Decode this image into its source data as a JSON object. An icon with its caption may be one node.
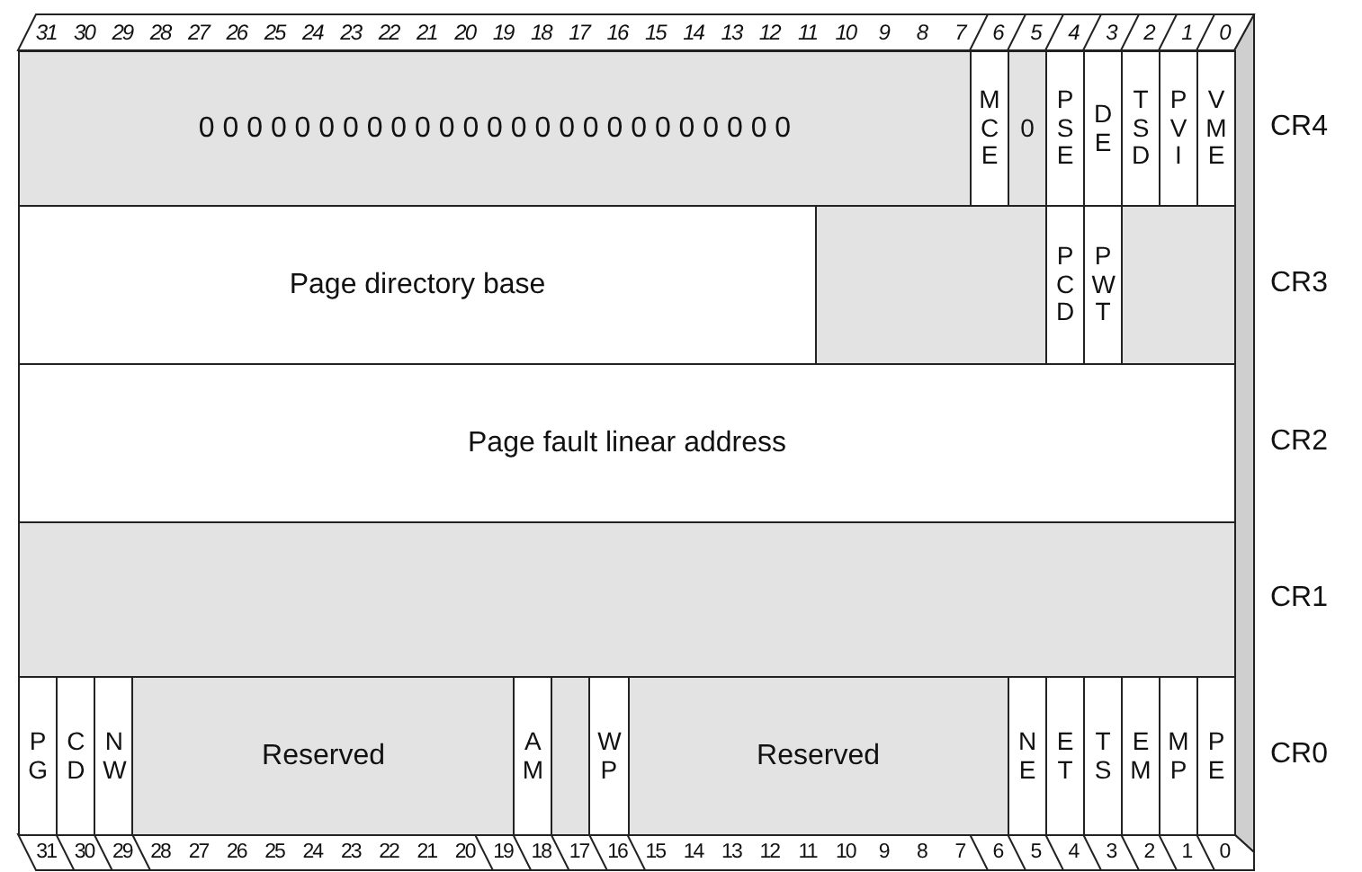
{
  "diagram": {
    "nodes": [
      {
        "text": [
          "0 0 0 0 0 0 0 0 0 0 0 0 0 0 0 0 0 0 0 0 0 0 0 0 0"
        ]
      },
      {
        "text": [
          "MCE"
        ]
      },
      {
        "text": [
          "0"
        ]
      },
      {
        "text": [
          "PSE"
        ]
      },
      {
        "text": [
          "DE"
        ]
      },
      {
        "text": [
          "TSD"
        ]
      },
      {
        "text": [
          "PVI"
        ]
      },
      {
        "text": [
          "VME"
        ]
      },
      {
        "text": [
          "Page directory base"
        ]
      },
      {
        "text": [],
        "shape": "box"
      },
      {
        "text": [
          "PCD"
        ]
      },
      {
        "text": [
          "PWT"
        ]
      },
      {
        "text": [],
        "shape": "box"
      },
      {
        "text": [
          "Page fault linear address"
        ]
      },
      {
        "text": [],
        "shape": "box"
      },
      {
        "text": [
          "PG"
        ]
      },
      {
        "text": [
          "CD"
        ]
      },
      {
        "text": [
          "NW"
        ]
      },
      {
        "text": [
          "Reserved"
        ]
      },
      {
        "text": [
          "AM"
        ]
      },
      {
        "text": [],
        "shape": "box"
      },
      {
        "text": [
          "WP"
        ]
      },
      {
        "text": [
          "Reserved"
        ]
      },
      {
        "text": [
          "NE"
        ]
      },
      {
        "text": [
          "ET"
        ]
      },
      {
        "text": [
          "TS"
        ]
      },
      {
        "text": [
          "EM"
        ]
      },
      {
        "text": [
          "MP"
        ]
      },
      {
        "text": [
          "PE"
        ]
      }
    ],
    "labels": [
      "31",
      "30",
      "29",
      "28",
      "27",
      "26",
      "25",
      "24",
      "23",
      "22",
      "21",
      "20",
      "19",
      "18",
      "17",
      "16",
      "15",
      "14",
      "13",
      "12",
      "11",
      "10",
      "9",
      "8",
      "7",
      "6",
      "5",
      "4",
      "3",
      "2",
      "1",
      "0",
      "CR4",
      "CR3",
      "CR2",
      "CR1",
      "CR0",
      "31",
      "30",
      "29",
      "28",
      "27",
      "26",
      "25",
      "24",
      "23",
      "22",
      "21",
      "20",
      "19",
      "18",
      "17",
      "16",
      "15",
      "14",
      "13",
      "12",
      "11",
      "10",
      "9",
      "8",
      "7",
      "6",
      "5",
      "4",
      "3",
      "2",
      "1",
      "0"
    ]
  }
}
